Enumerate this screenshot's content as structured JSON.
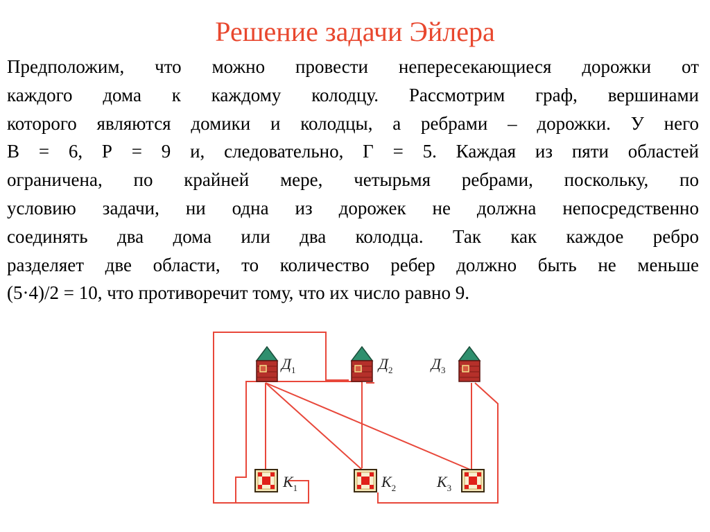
{
  "title": "Решение задачи Эйлера",
  "paragraph_lines": [
    "Предположим, что можно провести непересекающиеся дорожки от",
    "каждого дома к каждому колодцу. Рассмотрим граф, вершинами",
    "которого являются домики и колодцы, а ребрами – дорожки. У него",
    "В = 6, Р = 9 и, следовательно, Г = 5. Каждая из пяти областей",
    "ограничена, по крайней мере, четырьмя ребрами, поскольку, по",
    "условию задачи, ни одна из дорожек не должна непосредственно",
    "соединять два дома или два колодца. Так как каждое ребро",
    "разделяет две области, то количество ребер должно быть не меньше",
    "(5·4)/2 = 10, что противоречит тому, что их число равно 9."
  ],
  "diagram": {
    "houses": [
      {
        "letter": "Д",
        "index": "1"
      },
      {
        "letter": "Д",
        "index": "2"
      },
      {
        "letter": "Д",
        "index": "3"
      }
    ],
    "wells": [
      {
        "letter": "К",
        "index": "1"
      },
      {
        "letter": "К",
        "index": "2"
      },
      {
        "letter": "К",
        "index": "3"
      }
    ],
    "colors": {
      "edge": "#e8473a",
      "roof": "#2f8f6e",
      "wall": "#b5302a",
      "well_frame": "#3a2a10",
      "well_center": "#e0201a"
    }
  }
}
